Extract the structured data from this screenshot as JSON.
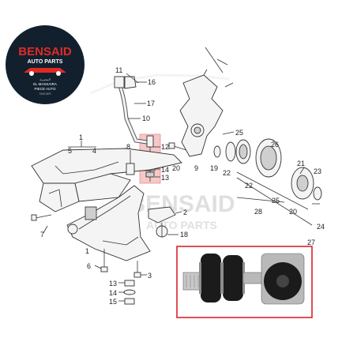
{
  "logo": {
    "brand": "BENSAID",
    "tagline": "AUTO PARTS",
    "arabic": "المصرية",
    "line1": "EL MASSAIRA",
    "line2": "PIECE AUTO",
    "line3": "TANGIER"
  },
  "watermark": {
    "brand": "BENSAID",
    "tagline": "AUTO PARTS"
  },
  "callouts": [
    {
      "id": "c1a",
      "text": "1"
    },
    {
      "id": "c1b",
      "text": "1"
    },
    {
      "id": "c2",
      "text": "2"
    },
    {
      "id": "c3",
      "text": "3"
    },
    {
      "id": "c4",
      "text": "4"
    },
    {
      "id": "c5",
      "text": "5"
    },
    {
      "id": "c6",
      "text": "6"
    },
    {
      "id": "c7",
      "text": "7"
    },
    {
      "id": "c8",
      "text": "8"
    },
    {
      "id": "c9",
      "text": "9"
    },
    {
      "id": "c10",
      "text": "10"
    },
    {
      "id": "c11",
      "text": "11"
    },
    {
      "id": "c12",
      "text": "12"
    },
    {
      "id": "c13a",
      "text": "13"
    },
    {
      "id": "c13b",
      "text": "13"
    },
    {
      "id": "c14a",
      "text": "14"
    },
    {
      "id": "c14b",
      "text": "14"
    },
    {
      "id": "c15",
      "text": "15"
    },
    {
      "id": "c16",
      "text": "16"
    },
    {
      "id": "c17",
      "text": "17"
    },
    {
      "id": "c18",
      "text": "18"
    },
    {
      "id": "c19",
      "text": "19"
    },
    {
      "id": "c20a",
      "text": "20"
    },
    {
      "id": "c20b",
      "text": "20"
    },
    {
      "id": "c21",
      "text": "21"
    },
    {
      "id": "c22a",
      "text": "22"
    },
    {
      "id": "c22b",
      "text": "22"
    },
    {
      "id": "c23",
      "text": "23"
    },
    {
      "id": "c24",
      "text": "24"
    },
    {
      "id": "c25a",
      "text": "25"
    },
    {
      "id": "c25b",
      "text": "25"
    },
    {
      "id": "c26",
      "text": "26"
    },
    {
      "id": "c27",
      "text": "27"
    },
    {
      "id": "c28",
      "text": "28"
    }
  ],
  "colors": {
    "highlight": "#f3b6b6",
    "highlight_border": "#e36a6a",
    "inset_border": "#d9232d",
    "logo_bg": "#12202e",
    "logo_red": "#e02a24",
    "rubber": "#1b1b1b",
    "metal": "#b9b9b9"
  }
}
